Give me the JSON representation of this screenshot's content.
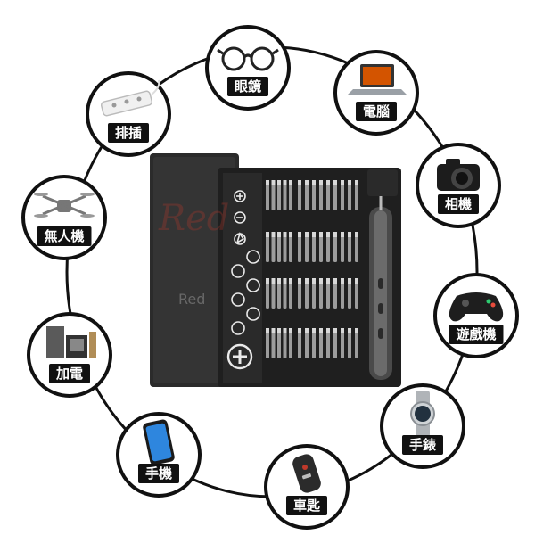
{
  "categories": [
    {
      "key": "glasses",
      "label": "眼鏡",
      "icon": "glasses-icon"
    },
    {
      "key": "laptop",
      "label": "電腦",
      "icon": "laptop-icon"
    },
    {
      "key": "camera",
      "label": "相機",
      "icon": "camera-icon"
    },
    {
      "key": "gamepad",
      "label": "遊戲機",
      "icon": "gamepad-icon"
    },
    {
      "key": "watch",
      "label": "手錶",
      "icon": "watch-icon"
    },
    {
      "key": "carkey",
      "label": "車匙",
      "icon": "car-key-icon"
    },
    {
      "key": "phone",
      "label": "手機",
      "icon": "phone-icon"
    },
    {
      "key": "appliance",
      "label": "加電",
      "icon": "appliance-icon"
    },
    {
      "key": "drone",
      "label": "無人機",
      "icon": "drone-icon"
    },
    {
      "key": "powerstrip",
      "label": "排插",
      "icon": "power-strip-icon"
    }
  ],
  "product": {
    "name": "screwdriver-kit",
    "watermark": "Red",
    "watermark_sub": "Red"
  },
  "colors": {
    "ring": "#111111",
    "label_bg": "#111111",
    "label_text": "#ffffff",
    "case": "#2f2f2f",
    "case_dark": "#1e1e1e"
  }
}
